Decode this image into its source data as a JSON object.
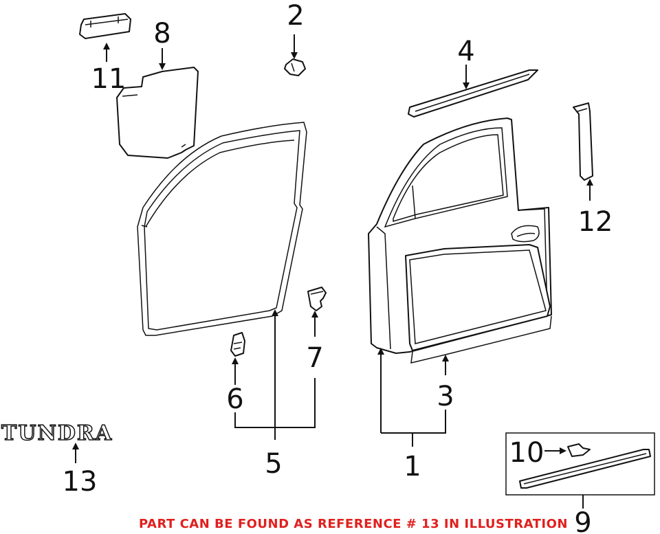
{
  "callouts": {
    "n1": "1",
    "n2": "2",
    "n3": "3",
    "n4": "4",
    "n5": "5",
    "n6": "6",
    "n7": "7",
    "n8": "8",
    "n9": "9",
    "n10": "10",
    "n11": "11",
    "n12": "12",
    "n13": "13"
  },
  "badge_text": "TUNDRA",
  "footer_note": "PART CAN BE FOUND AS REFERENCE # 13 IN ILLUSTRATION",
  "colors": {
    "footer_note": "#e0201e",
    "line": "#111111"
  }
}
